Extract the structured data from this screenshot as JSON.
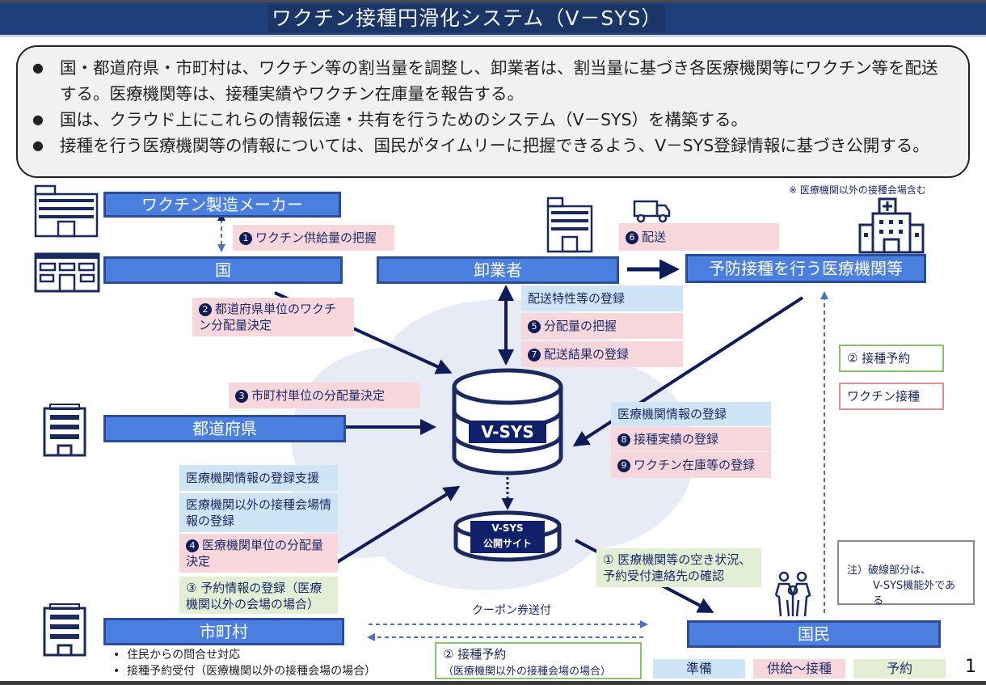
{
  "title": "ワクチン接種円滑化システム（V－SYS）",
  "summary": [
    "国・都道府県・市町村は、ワクチン等の割当量を調整し、卸業者は、割当量に基づき各医療機関等にワクチン等を配送する。医療機関等は、接種実績やワクチン在庫量を報告する。",
    "国は、クラウド上にこれらの情報伝達・共有を行うためのシステム（V－SYS）を構築する。",
    "接種を行う医療機関等の情報については、国民がタイムリーに把握できるよう、V－SYS登録情報に基づき公開する。"
  ],
  "bullet_glyph": "●",
  "note_top_right": "※ 医療機関以外の接種会場含む",
  "entities": {
    "maker": "ワクチン製造メーカー",
    "national": "国",
    "wholesaler": "卸業者",
    "medical": "予防接種を行う医療機関等",
    "prefecture": "都道府県",
    "municipality": "市町村",
    "citizen": "国民"
  },
  "steps": {
    "s1": {
      "num": "1",
      "text": "ワクチン供給量の把握"
    },
    "s2": {
      "num": "2",
      "text": "都道府県単位のワクチン分配量決定"
    },
    "s3": {
      "num": "3",
      "text": "市町村単位の分配量決定"
    },
    "s4": {
      "num": "4",
      "text": "医療機関単位の分配量決定"
    },
    "s5": {
      "num": "5",
      "text": "分配量の把握"
    },
    "s6": {
      "num": "6",
      "text": "配送"
    },
    "s7": {
      "num": "7",
      "text": "配送結果の登録"
    },
    "s8": {
      "num": "8",
      "text": "接種実績の登録"
    },
    "s9": {
      "num": "9",
      "text": "ワクチン在庫等の登録"
    }
  },
  "prep_labels": {
    "delivery_traits": "配送特性等の登録",
    "medical_info": "医療機関情報の登録",
    "medical_info_support": "医療機関情報の登録支援",
    "venue_info": "医療機関以外の接種会場情報の登録"
  },
  "reservation_labels": {
    "r1": "① 医療機関等の空き状況、予約受付連絡先の確認",
    "r2_right": "② 接種予約",
    "r2_bottom_title": "② 接種予約",
    "r2_bottom_sub": "（医療機関以外の接種会場の場合）",
    "r3": "③ 予約情報の登録（医療機関以外の会場の場合）"
  },
  "vaccination_label": "ワクチン接種",
  "coupon_label": "クーポン券送付",
  "vsys": {
    "db_label": "V-SYS",
    "public_line1": "V-SYS",
    "public_line2": "公開サイト"
  },
  "municipality_duties": [
    "住民からの問合せ対応",
    "接種予約受付（医療機関以外の接種会場の場合）"
  ],
  "note": {
    "line1": "注）破線部分は、",
    "line2": "V-SYS機能外である"
  },
  "legend": [
    {
      "label": "準備",
      "color": "#cfe4f4"
    },
    {
      "label": "供給～接種",
      "color": "#f8d7dc"
    },
    {
      "label": "予約",
      "color": "#e2efd4"
    }
  ],
  "page_number": "1",
  "colors": {
    "entity_fill": "#4a7fe0",
    "entity_border": "#2b4c98",
    "arrow": "#0e1c5a",
    "cloud": "#e6ebf5",
    "title_bar": "#1f3f7a"
  }
}
